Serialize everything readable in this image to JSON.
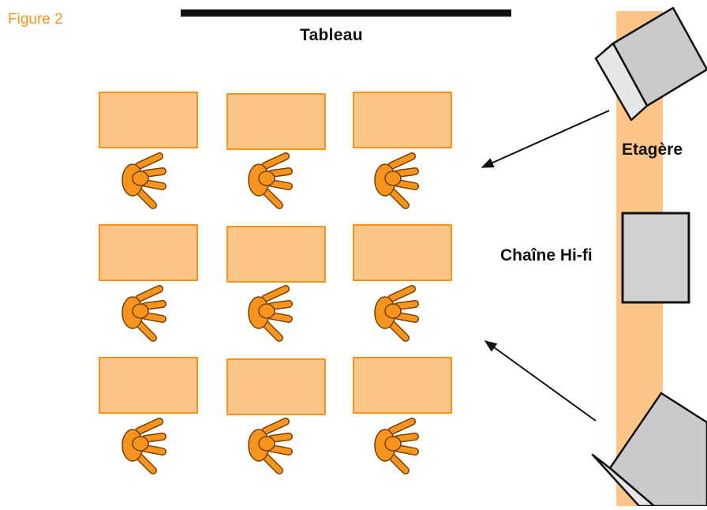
{
  "figure_label": "Figure 2",
  "labels": {
    "board": "Tableau",
    "shelf": "Etagère",
    "hifi": "Chaîne Hi-fi"
  },
  "colors": {
    "figure_label": "#f7941d",
    "desk_fill": "#fdc689",
    "desk_stroke": "#f7941d",
    "shelf_fill": "#fdc689",
    "student_fill": "#f7941d",
    "student_stroke": "#7a3f00",
    "board": "#111111",
    "speaker_fill": "#c9cacc",
    "hifi_fill": "#cfd0d2",
    "outline": "#111111"
  },
  "layout_rows": 3,
  "layout_cols": 3
}
